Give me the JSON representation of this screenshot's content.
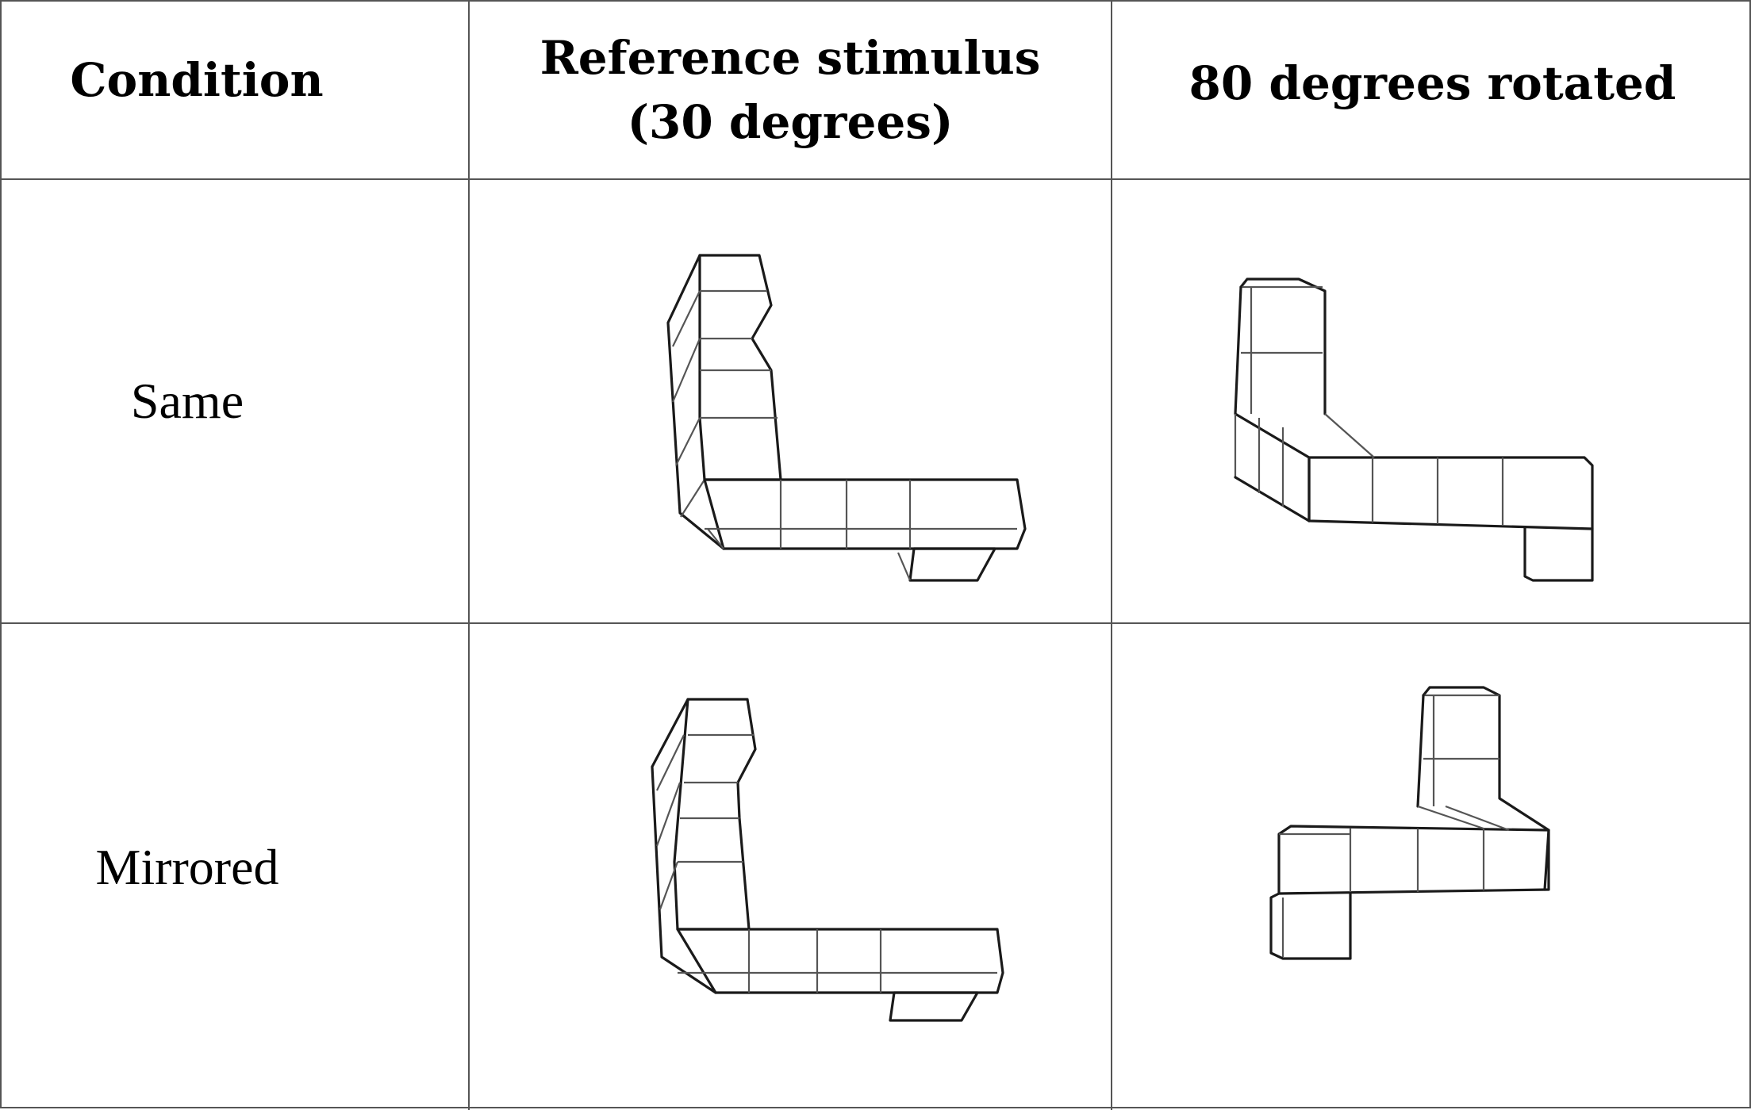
{
  "table": {
    "headers": {
      "condition": "Condition",
      "reference_line1": "Reference stimulus",
      "reference_line2": "(30 degrees)",
      "rotated": "80 degrees rotated"
    },
    "rows": [
      {
        "condition": "Same"
      },
      {
        "condition": "Mirrored"
      }
    ]
  }
}
